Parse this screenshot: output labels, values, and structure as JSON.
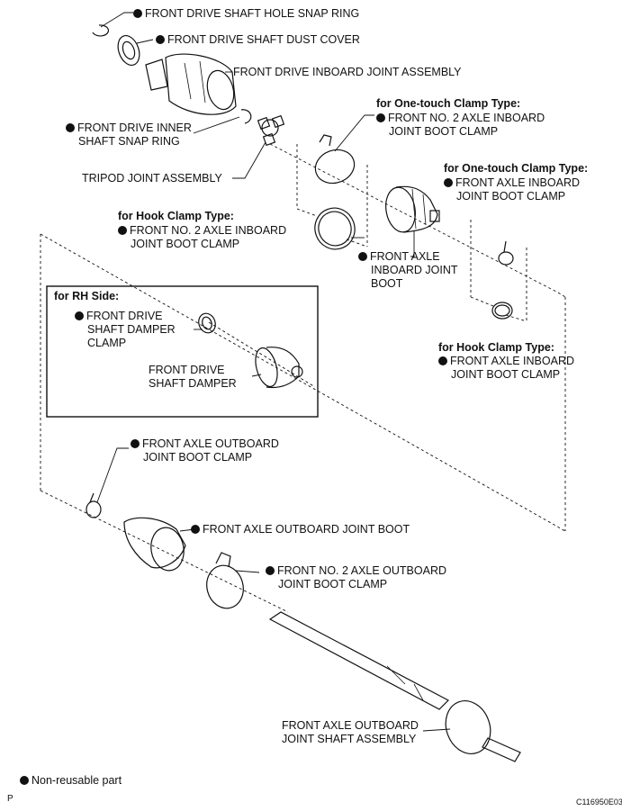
{
  "labels": {
    "snap_ring": "FRONT DRIVE SHAFT HOLE SNAP RING",
    "dust_cover": "FRONT DRIVE SHAFT DUST COVER",
    "inboard_joint": "FRONT DRIVE INBOARD JOINT ASSEMBLY",
    "inner_snap_ring_1": "FRONT DRIVE INNER",
    "inner_snap_ring_2": "SHAFT SNAP RING",
    "tripod": "TRIPOD JOINT ASSEMBLY",
    "onetouch_heading_1": "for One-touch Clamp Type:",
    "no2_inboard_clamp_1": "FRONT NO. 2 AXLE INBOARD",
    "no2_inboard_clamp_2": "JOINT BOOT CLAMP",
    "onetouch_heading_2": "for One-touch Clamp Type:",
    "inboard_clamp_1": "FRONT AXLE INBOARD",
    "inboard_clamp_2": "JOINT BOOT CLAMP",
    "hook_heading_1": "for Hook Clamp Type:",
    "hook_no2_inboard_1": "FRONT NO. 2 AXLE INBOARD",
    "hook_no2_inboard_2": "JOINT BOOT CLAMP",
    "inboard_boot_1": "FRONT AXLE",
    "inboard_boot_2": "INBOARD JOINT",
    "inboard_boot_3": "BOOT",
    "rh_side": "for RH Side:",
    "damper_clamp_1": "FRONT DRIVE",
    "damper_clamp_2": "SHAFT DAMPER",
    "damper_clamp_3": "CLAMP",
    "damper_1": "FRONT DRIVE",
    "damper_2": "SHAFT DAMPER",
    "hook_heading_2": "for Hook Clamp Type:",
    "hook_inboard_1": "FRONT AXLE INBOARD",
    "hook_inboard_2": "JOINT BOOT CLAMP",
    "outboard_clamp_1": "FRONT AXLE OUTBOARD",
    "outboard_clamp_2": "JOINT BOOT CLAMP",
    "outboard_boot": "FRONT AXLE OUTBOARD JOINT BOOT",
    "no2_outboard_1": "FRONT NO. 2 AXLE OUTBOARD",
    "no2_outboard_2": "JOINT BOOT CLAMP",
    "outboard_shaft_1": "FRONT AXLE OUTBOARD",
    "outboard_shaft_2": "JOINT SHAFT ASSEMBLY",
    "legend": "Non-reusable part",
    "page_mark": "P",
    "figure_code": "C116950E03"
  },
  "colors": {
    "ink": "#111111",
    "background": "#ffffff"
  }
}
